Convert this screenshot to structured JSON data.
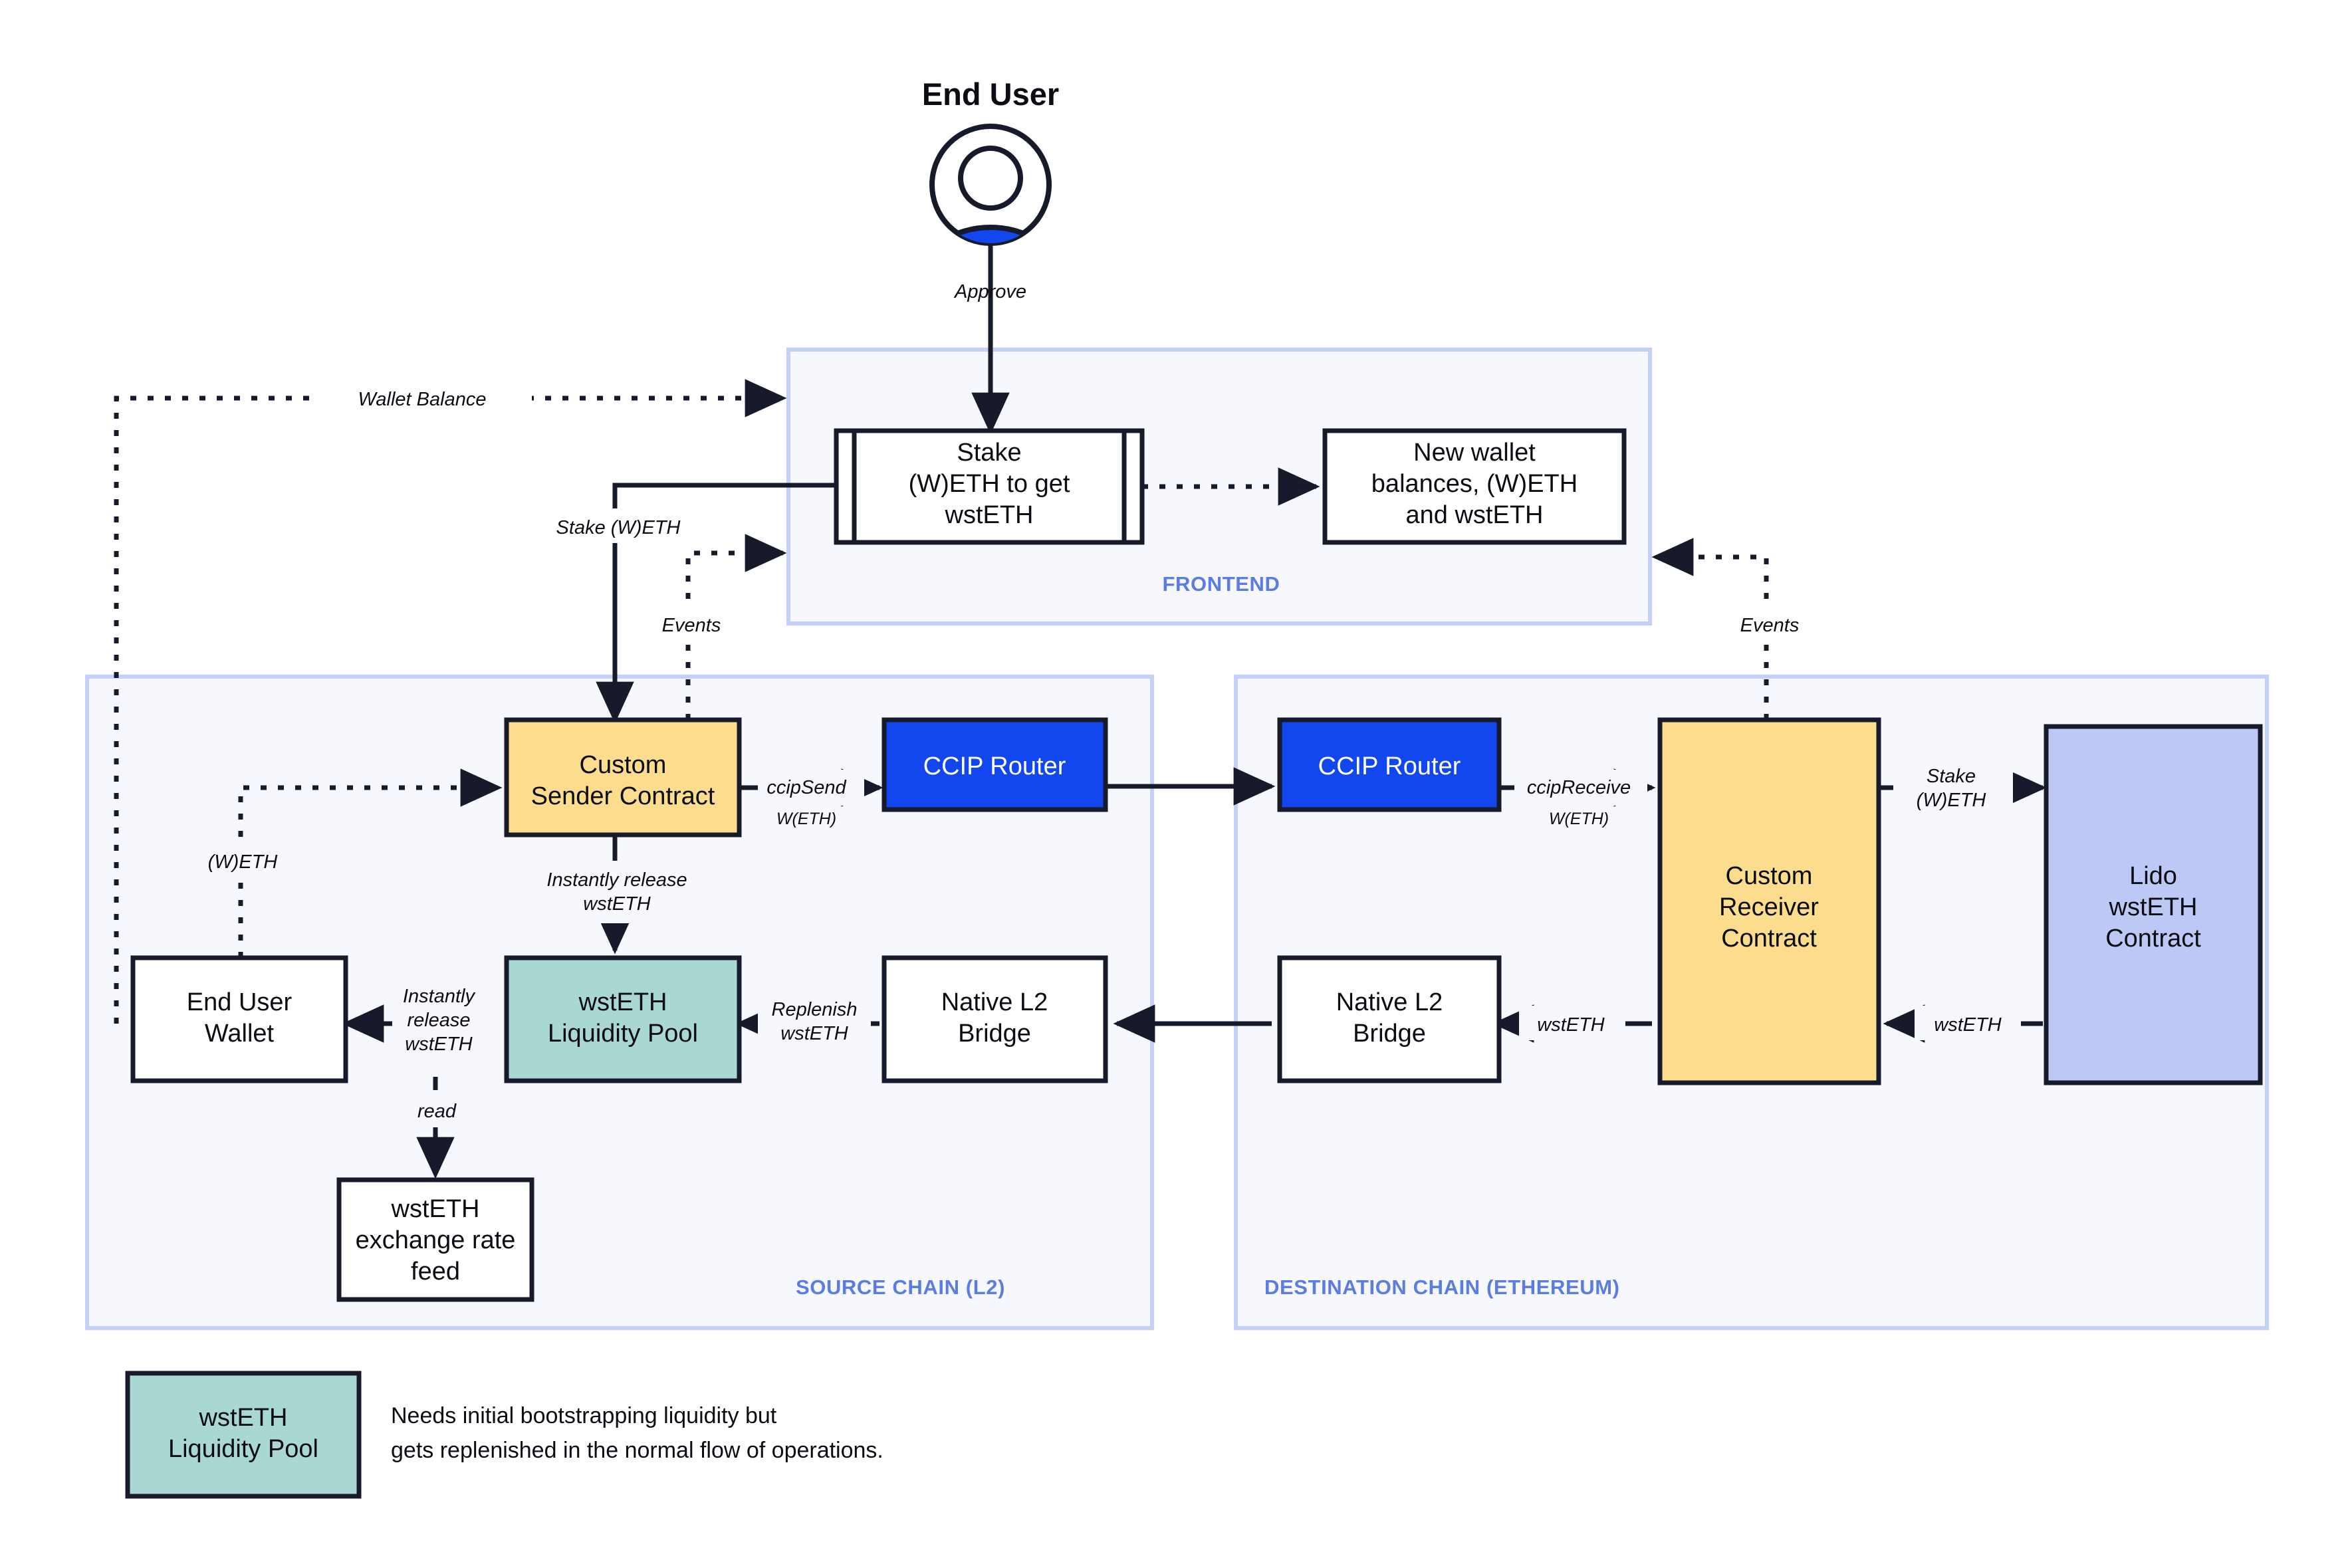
{
  "diagram": {
    "title": "End User",
    "actor_icon": "user-avatar-icon"
  },
  "zones": [
    {
      "key": "frontend",
      "label": "FRONTEND"
    },
    {
      "key": "source",
      "label": "SOURCE CHAIN (L2)"
    },
    {
      "key": "destination",
      "label": "DESTINATION CHAIN (ETHEREUM)"
    }
  ],
  "nodes": {
    "stake_box": {
      "lines": [
        "Stake",
        "(W)ETH to get",
        "wstETH"
      ]
    },
    "new_balances": {
      "lines": [
        "New wallet",
        "balances, (W)ETH",
        "and wstETH"
      ]
    },
    "sender_contract": {
      "lines": [
        "Custom",
        "Sender Contract"
      ]
    },
    "ccip_router_src": {
      "lines": [
        "CCIP Router"
      ]
    },
    "ccip_router_dst": {
      "lines": [
        "CCIP Router"
      ]
    },
    "receiver_contract": {
      "lines": [
        "Custom",
        "Receiver",
        "Contract"
      ]
    },
    "lido_contract": {
      "lines": [
        "Lido",
        "wstETH",
        "Contract"
      ]
    },
    "end_user_wallet": {
      "lines": [
        "End User",
        "Wallet"
      ]
    },
    "liquidity_pool": {
      "lines": [
        "wstETH",
        "Liquidity Pool"
      ]
    },
    "native_bridge_l2": {
      "lines": [
        "Native L2",
        "Bridge"
      ]
    },
    "native_bridge_eth": {
      "lines": [
        "Native L2",
        "Bridge"
      ]
    },
    "rate_feed": {
      "lines": [
        "wstETH",
        "exchange rate",
        "feed"
      ]
    }
  },
  "edge_labels": {
    "approve": "Approve",
    "wallet_balance": "Wallet Balance",
    "stake_weth": "Stake (W)ETH",
    "events_src": "Events",
    "events_dst": "Events",
    "weth": "(W)ETH",
    "ccip_send": "ccipSend",
    "ccip_send_sub": "W(ETH)",
    "ccip_receive": "ccipReceive",
    "ccip_receive_sub": "W(ETH)",
    "instantly_release_1": "Instantly release",
    "instantly_release_2": "wstETH",
    "instantly_release_l1": "Instantly",
    "instantly_release_l2": "release",
    "instantly_release_l3": "wstETH",
    "replenish_1": "Replenish",
    "replenish_2": "wstETH",
    "read": "read",
    "wstETH_dst": "wstETH",
    "wstETH_lido": "wstETH",
    "stake_weth_lido_1": "Stake",
    "stake_weth_lido_2": "(W)ETH"
  },
  "legend": {
    "swatch_lines": [
      "wstETH",
      "Liquidity Pool"
    ],
    "note_lines": [
      "Needs initial bootstrapping liquidity but",
      "gets replenished in the normal flow of operations."
    ]
  },
  "colors": {
    "amber": "#fcdd8e",
    "blue": "#1246ef",
    "teal": "#a9d8d3",
    "peri": "#bdc9f4",
    "zone_fill": "#f6f8fe",
    "zone_stroke": "#c3d0f7",
    "zone_label": "#5b7ce0",
    "line": "#161a2b"
  }
}
